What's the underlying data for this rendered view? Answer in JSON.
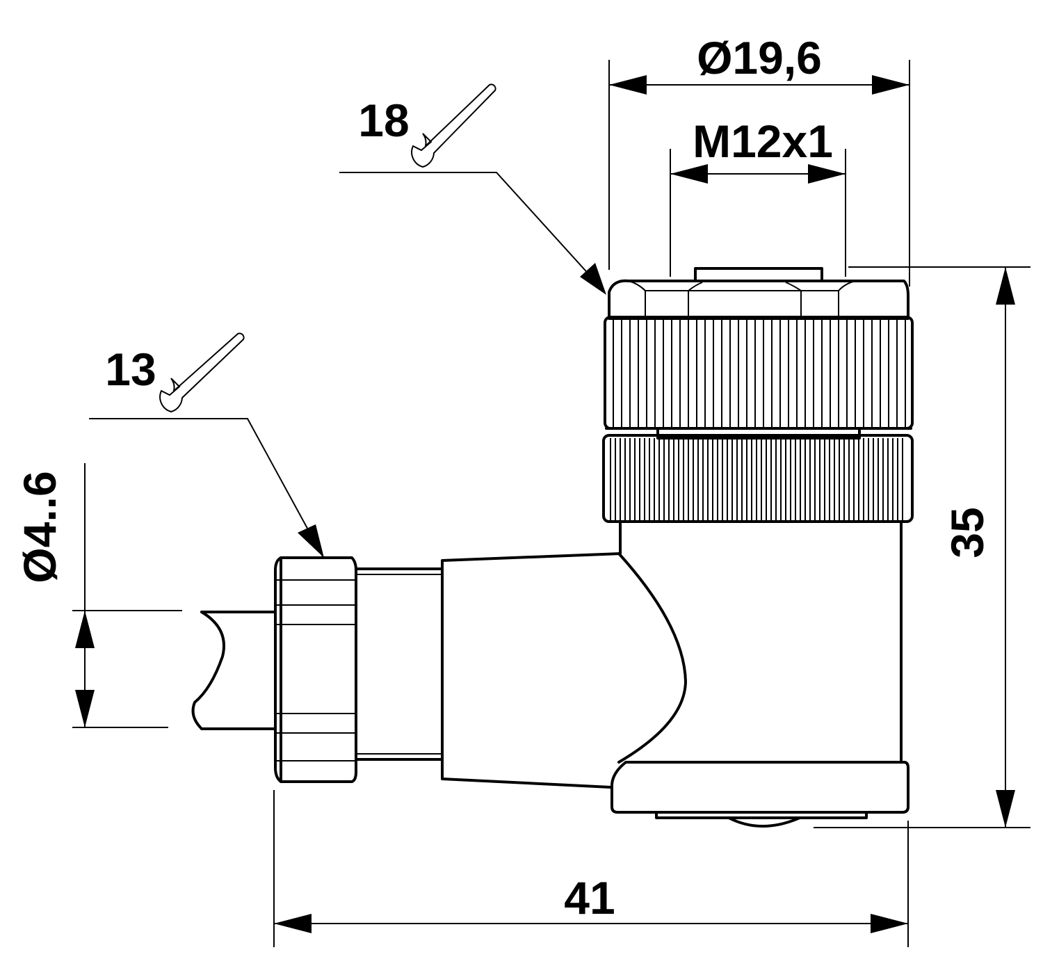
{
  "dimensions": {
    "outer_diameter": "Ø19,6",
    "thread": "M12x1",
    "height": "35",
    "width": "41",
    "cable_diameter": "Ø4..6"
  },
  "wrench_sizes": {
    "coupling_nut": "18",
    "cable_gland": "13"
  },
  "icons": [
    "wrench-icon"
  ],
  "line_color": "#000000"
}
